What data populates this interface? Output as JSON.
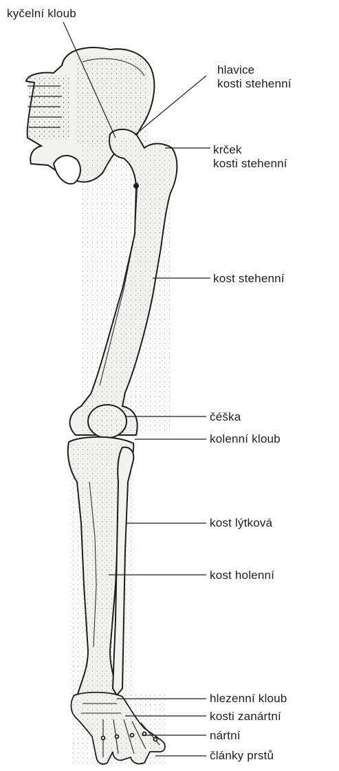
{
  "labels": {
    "hip_joint": "kyčelní kloub",
    "femoral_head": [
      "hlavice",
      "kosti stehenní"
    ],
    "femoral_neck": [
      "krček",
      "kosti stehenní"
    ],
    "femur": "kost stehenní",
    "patella": "čéška",
    "knee_joint": "kolenní kloub",
    "fibula": "kost lýtková",
    "tibia": "kost holenní",
    "ankle_joint": "hlezenní kloub",
    "tarsals": "kosti zanártní",
    "metatarsals": "nártní",
    "phalanges": "články prstů"
  },
  "colors": {
    "ink": "#1c1c1c",
    "bone": "#f2f2f0",
    "background": "#ffffff"
  }
}
